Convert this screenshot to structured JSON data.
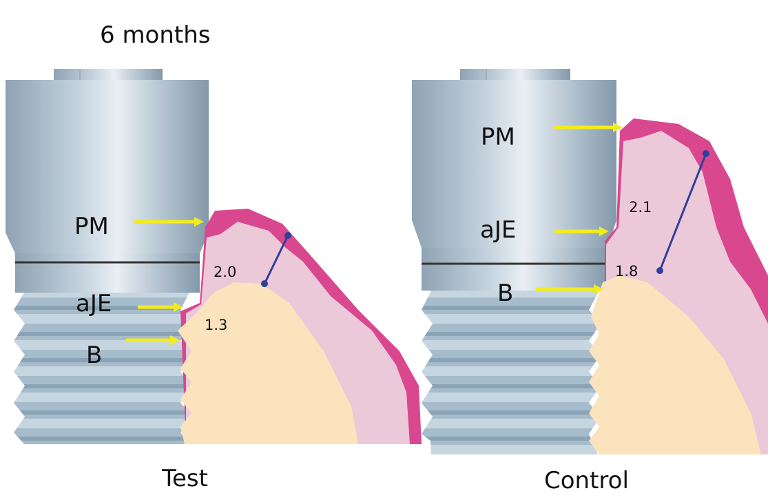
{
  "title": "6 months",
  "colors": {
    "arrow": "#f2ec1e",
    "measure": "#2f3f9a",
    "bone": "#fbe3bd",
    "tissue_inner": "#ecc9d8",
    "tissue_outer": "#d9488f",
    "implant": "#a9bccb"
  },
  "panels": [
    {
      "caption": "Test",
      "labels": {
        "pm": "PM",
        "aje": "aJE",
        "b": "B"
      },
      "values": {
        "upper": "2.0",
        "lower": "1.3"
      }
    },
    {
      "caption": "Control",
      "labels": {
        "pm": "PM",
        "aje": "aJE",
        "b": "B"
      },
      "values": {
        "upper": "2.1",
        "lower": "1.8"
      }
    }
  ]
}
